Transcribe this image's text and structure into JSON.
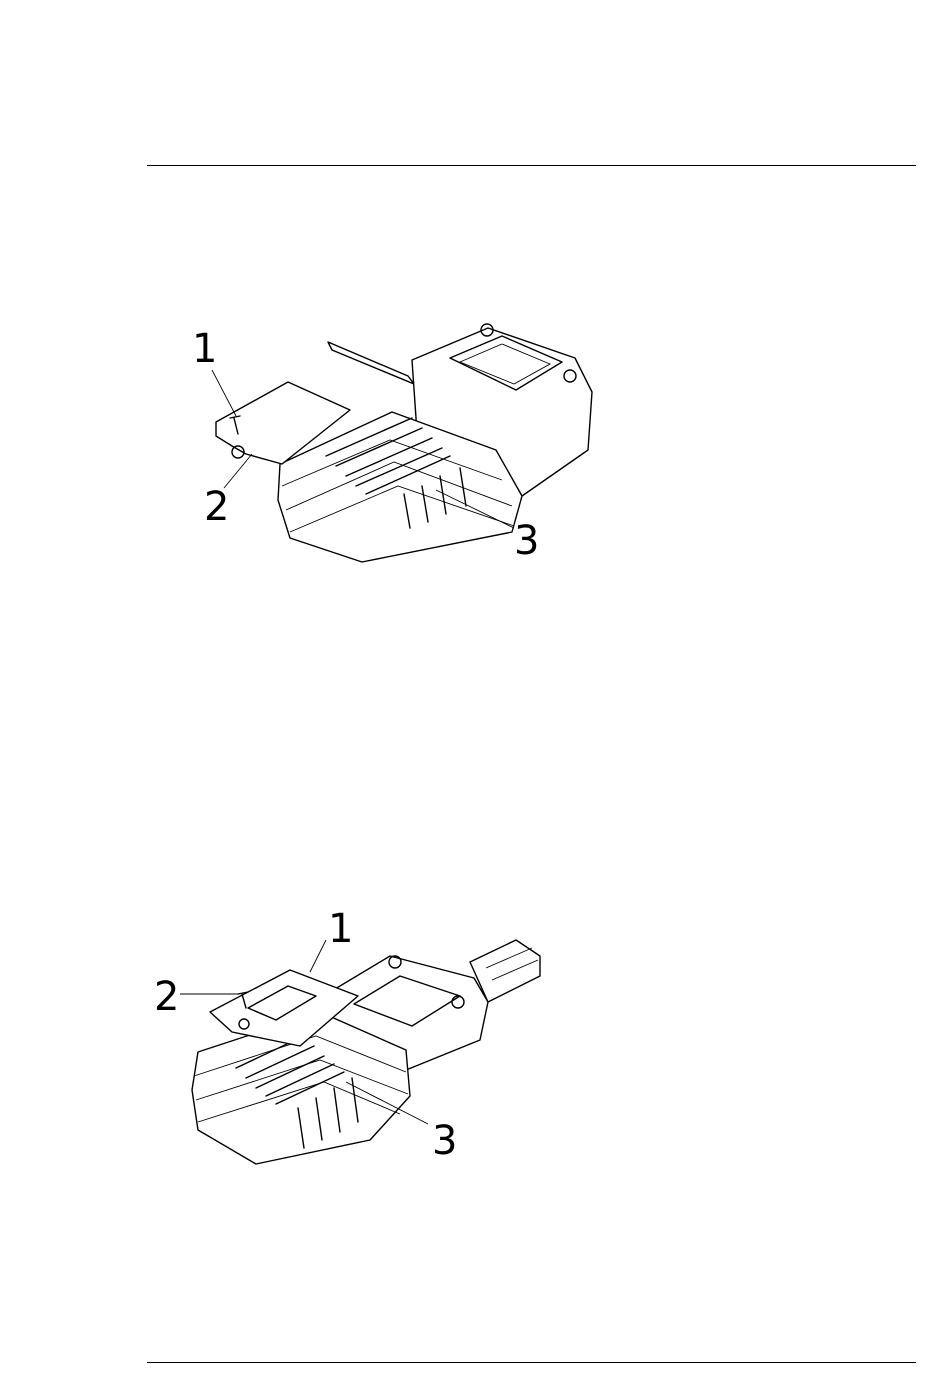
{
  "figures": [
    {
      "callouts": [
        {
          "label": "1"
        },
        {
          "label": "2"
        },
        {
          "label": "3"
        }
      ]
    },
    {
      "callouts": [
        {
          "label": "1"
        },
        {
          "label": "2"
        },
        {
          "label": "3"
        }
      ]
    }
  ]
}
